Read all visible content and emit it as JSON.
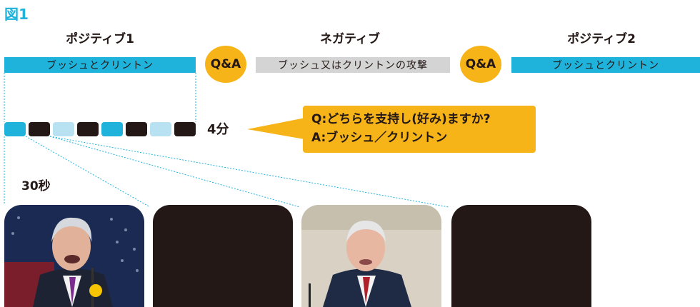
{
  "figure_label": "図1",
  "phases": [
    {
      "title": "ポジティブ1",
      "bar_text": "ブッシュとクリントン",
      "color": "#1fb3dc"
    },
    {
      "title": "ネガティブ",
      "bar_text": "ブッシュ又はクリントンの攻撃",
      "color": "#d4d4d4"
    },
    {
      "title": "ポジティブ2",
      "bar_text": "ブッシュとクリントン",
      "color": "#1fb3dc"
    }
  ],
  "qa_badges": [
    "Q&A",
    "Q&A"
  ],
  "segments": [
    "blue",
    "dark",
    "light",
    "dark",
    "blue",
    "dark",
    "light",
    "dark"
  ],
  "segment_colors": {
    "blue": "#1fb3dc",
    "dark": "#231815",
    "light": "#b8e2f1"
  },
  "duration_label": "4分",
  "callout": {
    "question": "Q:どちらを支持し(好み)ますか?",
    "answer": "A:ブッシュ／クリントン"
  },
  "clip_label": "30秒",
  "clips": [
    {
      "icon": "bill-clinton-photo"
    },
    {
      "icon": "blank-dark-card"
    },
    {
      "icon": "george-hw-bush-photo"
    },
    {
      "icon": "blank-dark-card"
    }
  ]
}
